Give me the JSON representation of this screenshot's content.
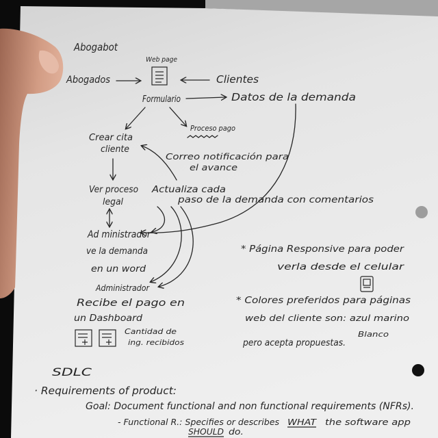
{
  "title": "Abogabot",
  "diagram": {
    "web_page_label": "Web page",
    "abogados": "Abogados",
    "clientes": "Clientes",
    "formulario": "Formulario",
    "datos_demanda": "Datos de la demanda",
    "crear_cita": [
      "Crear cita",
      "cliente"
    ],
    "proceso_pago": "Proceso pago",
    "correo": [
      "Correo notificación para",
      "el avance"
    ],
    "ver_proceso": [
      "Ver proceso",
      "legal"
    ],
    "actualiza": [
      "Actualiza cada",
      "paso de la demanda con comentarios"
    ],
    "admin_ve": [
      "Ad ministrador",
      "ve la demanda",
      "en un word"
    ],
    "admin_recibe": [
      "Administrador",
      "Recibe el pago en",
      "un Dashboard"
    ],
    "cantidad": [
      "Cantidad de",
      "ing. recibidos"
    ]
  },
  "notes": {
    "responsive": [
      "* Página Responsive para poder",
      "verla desde el celular"
    ],
    "colores": [
      "* Colores preferidos para páginas",
      "web del cliente son: azul marino",
      "Blanco",
      "pero acepta propuestas."
    ]
  },
  "sdlc": {
    "heading": "SDLC",
    "requirements": "· Requirements of product:",
    "goal": "Goal: Document functional and non functional requirements (NFRs).",
    "functional": {
      "prefix": "- Functional R.: Specifies or describes",
      "what": "WHAT",
      "middle": "the software app",
      "should": "SHOULD",
      "suffix": "do."
    }
  },
  "icons": {
    "web_page": "document-icon",
    "responsive": "phone-icon",
    "dashboard": [
      "report-icon",
      "report-icon"
    ]
  },
  "colors": {
    "ink": "#262626",
    "paper": "#ececec",
    "background": "#0b0b0b",
    "skin": "#d29c84"
  }
}
